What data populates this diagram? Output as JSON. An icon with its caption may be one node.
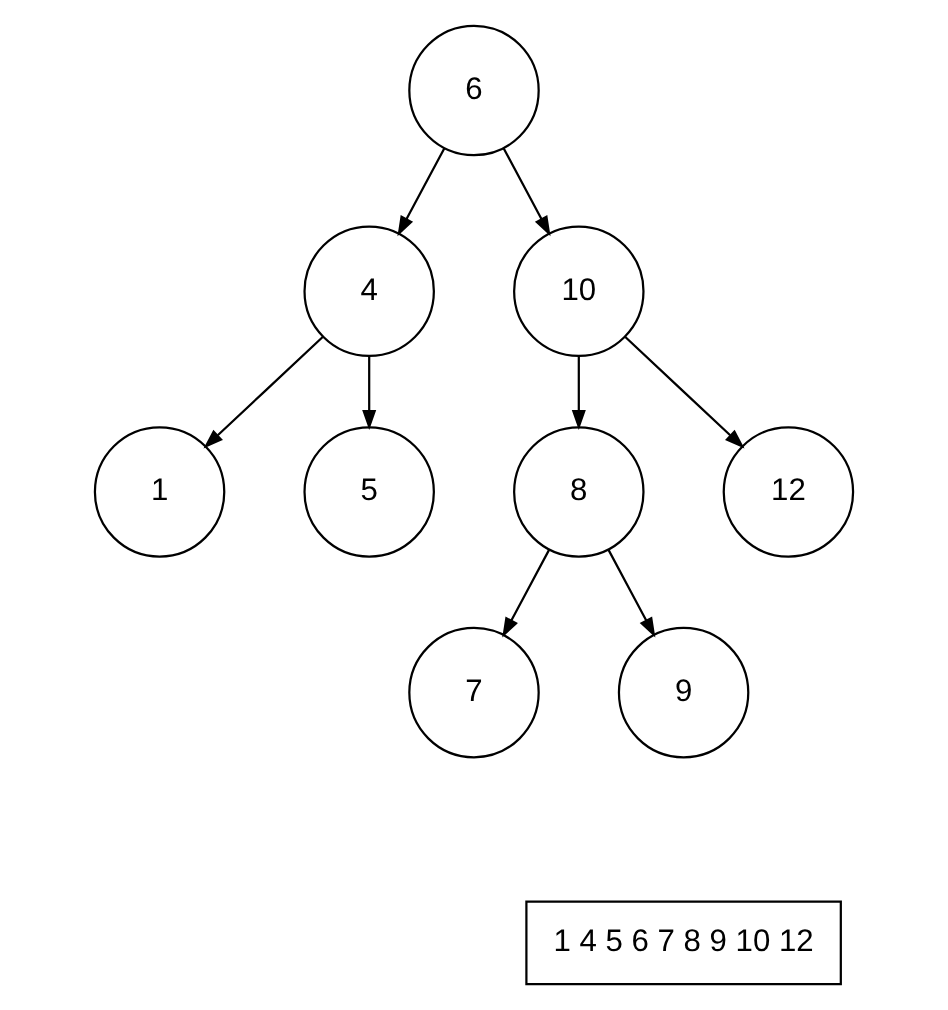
{
  "diagram": {
    "nodes": [
      {
        "text": [
          "6"
        ]
      },
      {
        "text": [
          "4"
        ]
      },
      {
        "text": [
          "10"
        ]
      },
      {
        "text": [
          "1"
        ]
      },
      {
        "text": [
          "5"
        ]
      },
      {
        "text": [
          "8"
        ]
      },
      {
        "text": [
          "12"
        ]
      },
      {
        "text": [
          "7"
        ]
      },
      {
        "text": [
          "9"
        ]
      },
      {
        "text": [
          "1 4 5 6 7 8 9 10 12"
        ]
      }
    ],
    "edges": [
      {
        "from": 0,
        "to": 1,
        "arrow": "to"
      },
      {
        "from": 0,
        "to": 2,
        "arrow": "to"
      },
      {
        "from": 1,
        "to": 3,
        "arrow": "to"
      },
      {
        "from": 1,
        "to": 4,
        "arrow": "to"
      },
      {
        "from": 2,
        "to": 5,
        "arrow": "to"
      },
      {
        "from": 2,
        "to": 6,
        "arrow": "to"
      },
      {
        "from": 5,
        "to": 7,
        "arrow": "to"
      },
      {
        "from": 5,
        "to": 8,
        "arrow": "to"
      }
    ]
  }
}
